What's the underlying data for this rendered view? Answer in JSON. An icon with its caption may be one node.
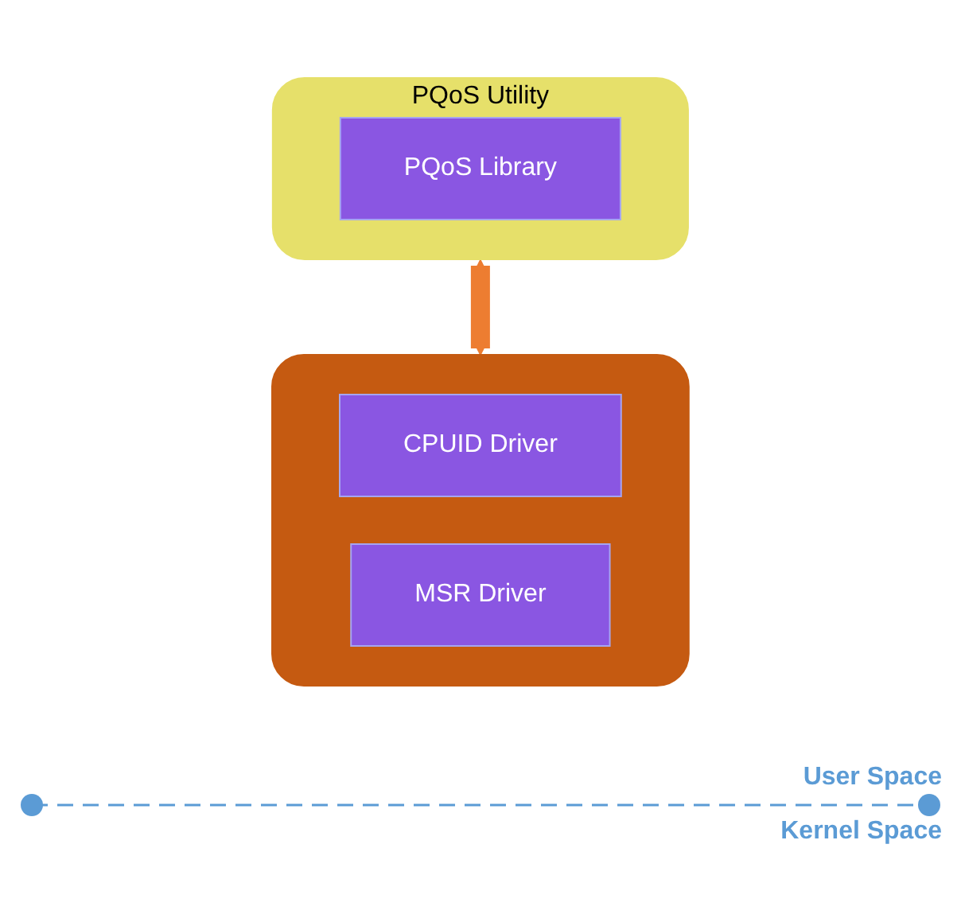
{
  "diagram": {
    "nodes": [
      {
        "text": [
          "PQoS Utility"
        ]
      },
      {
        "text": [
          "PQoS Library"
        ],
        "in": 0
      },
      {
        "text": [],
        "shape": "box"
      },
      {
        "text": [
          "CPUID Driver"
        ],
        "in": 2
      },
      {
        "text": [
          "MSR Driver"
        ],
        "in": 2
      }
    ],
    "edges": [
      {
        "from": 0,
        "to": 2,
        "arrow": "both",
        "color": "#ed7d31"
      }
    ],
    "labels": [
      "User Space",
      "Kernel Space"
    ]
  }
}
